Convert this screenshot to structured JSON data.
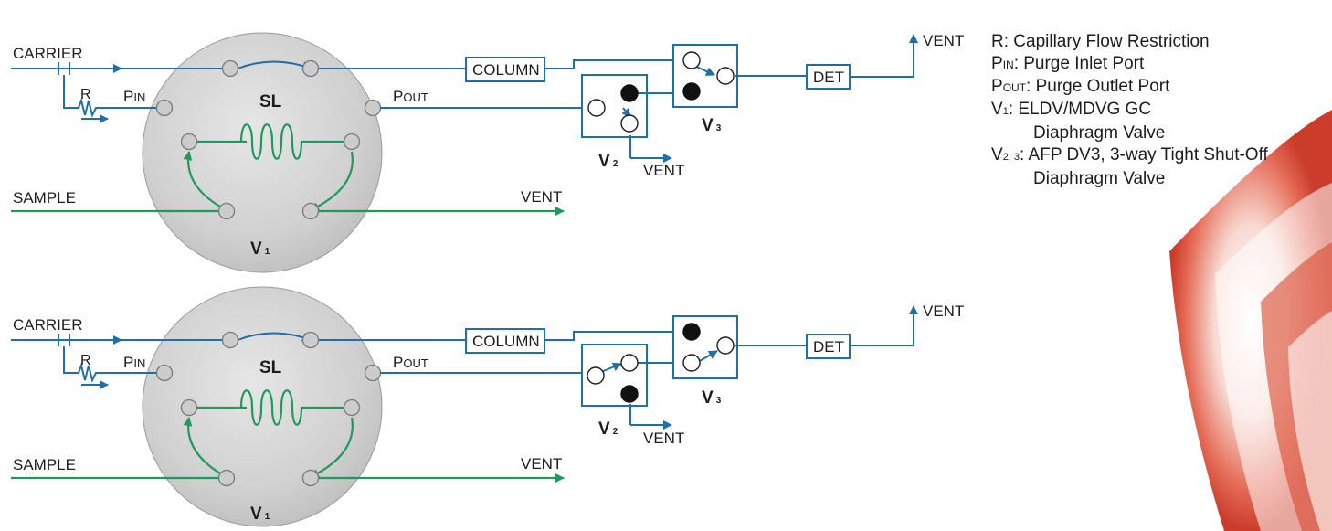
{
  "labels": {
    "carrier": "CARRIER",
    "r": "R",
    "p": "P",
    "in": "IN",
    "out": "OUT",
    "sl": "SL",
    "sample": "SAMPLE",
    "vent": "VENT",
    "column": "COLUMN",
    "det": "DET",
    "v": "V",
    "n1": "1",
    "n2": "2",
    "n3": "3"
  },
  "legend": {
    "r_key": "R",
    "r_text": ": Capillary Flow Restriction",
    "pin_key": "P",
    "pin_sub": "IN",
    "pin_text": ": Purge Inlet Port",
    "pout_key": "P",
    "pout_sub": "OUT",
    "pout_text": ": Purge Outlet Port",
    "v1_key": "V",
    "v1_sub": "1",
    "v1_text": ": ELDV/MDVG GC",
    "v1_text2": "Diaphragm Valve",
    "v23_key": "V",
    "v23_sub": "2, 3",
    "v23_text": ": AFP DV3, 3-way Tight Shut-Off",
    "v23_text2": "Diaphragm Valve"
  },
  "colors": {
    "carrier_line": "#1f6fa8",
    "sample_line": "#1e9a5a",
    "valve_body": "#d0d0d0",
    "port": "#cccccc",
    "closed_port": "#111111"
  }
}
